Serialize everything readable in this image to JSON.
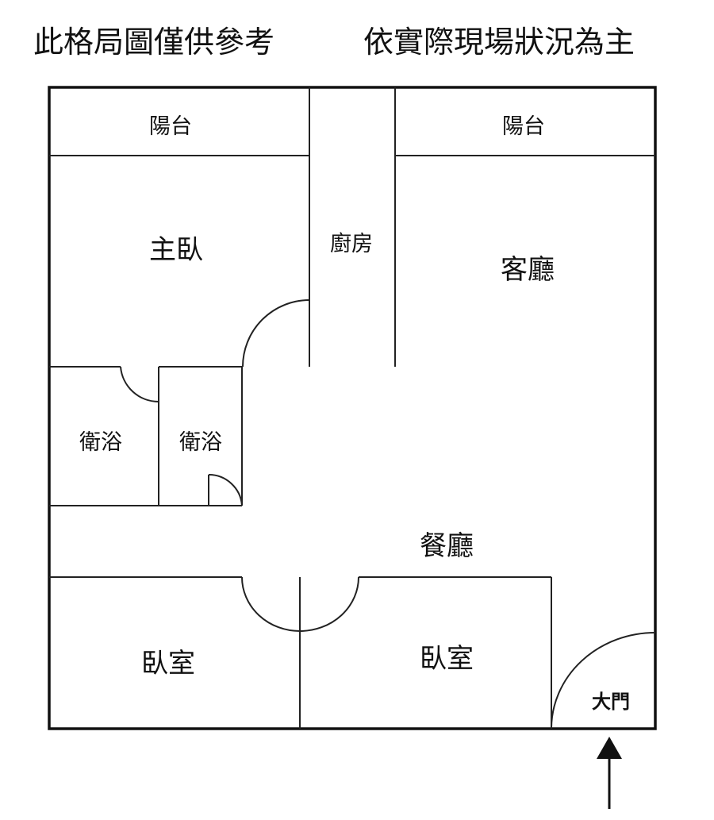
{
  "title": {
    "left": "此格局圖僅供參考",
    "right": "依實際現場狀況為主"
  },
  "rooms": {
    "balcony_left": "陽台",
    "balcony_right": "陽台",
    "master_bedroom": "主臥",
    "kitchen": "廚房",
    "living_room": "客廳",
    "bathroom_left": "衛浴",
    "bathroom_right": "衛浴",
    "dining_room": "餐廳",
    "bedroom_left": "臥室",
    "bedroom_right": "臥室",
    "main_door": "大門"
  },
  "colors": {
    "line": "#222222",
    "background": "#ffffff"
  }
}
